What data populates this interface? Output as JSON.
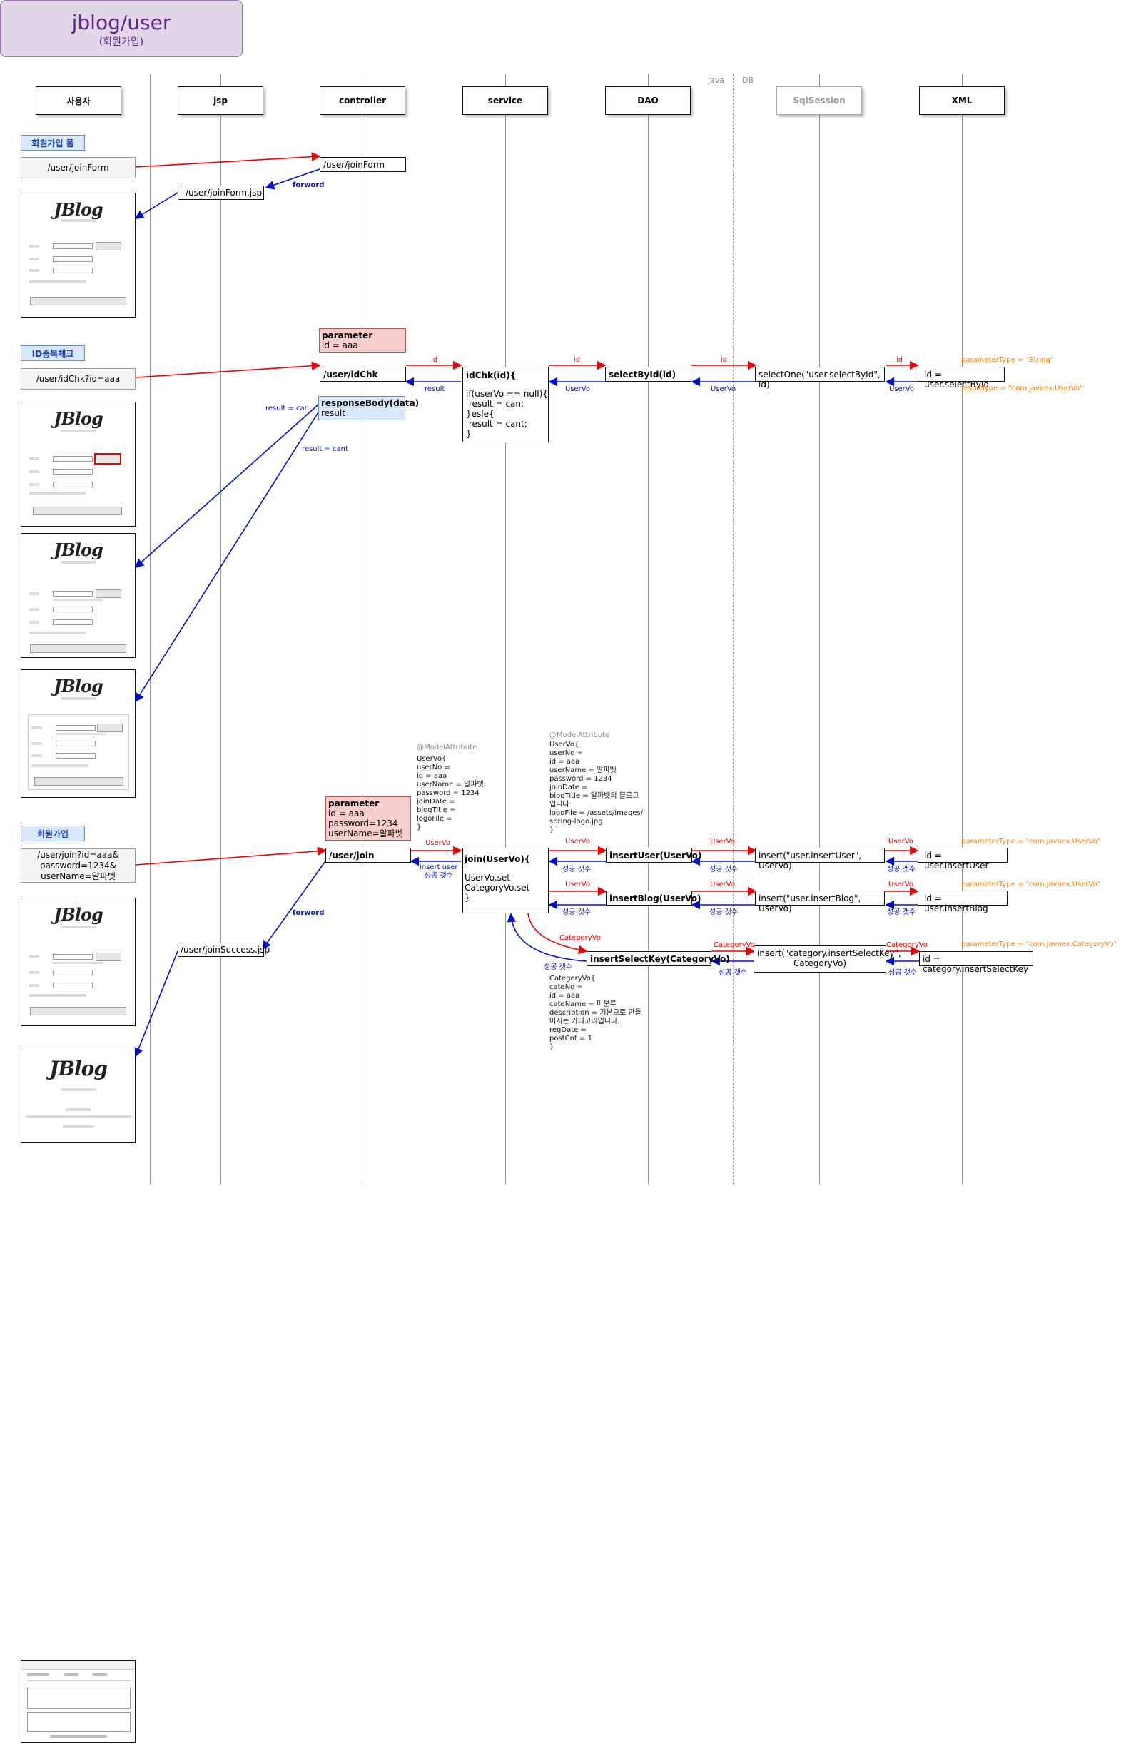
{
  "title": {
    "main": "jblog/user",
    "sub": "(회원가입)"
  },
  "divider": {
    "java": "java",
    "db": "DB"
  },
  "columns": [
    "사용자",
    "jsp",
    "controller",
    "service",
    "DAO",
    "SqlSession",
    "XML"
  ],
  "sections": {
    "joinform": "회원가입 폼",
    "idcheck": "ID중복체크",
    "join": "회원가입"
  },
  "joinform": {
    "request": "/user/joinForm",
    "controller": "/user/joinForm",
    "jsp": "/user/joinForm.jsp",
    "forward": "forword"
  },
  "idcheck": {
    "request": "/user/idChk?id=aaa",
    "param_title": "parameter",
    "param_body": "id = aaa",
    "controller": "/user/idChk",
    "service_title": "idChk(id){",
    "service_body": "if(userVo == null){\n result = can;\n}esle{\n result = cant;\n}",
    "dao": "selectById(id)",
    "sqlsession": "selectOne(\"user.selectById\", id)",
    "xml": "id = user.selectById",
    "param_type": "parameterType =  \"String\"",
    "result_type": "resultType =  \"com.javaex.UserVo\"",
    "resp_title": "responseBody(data)",
    "resp_body": "result",
    "lbl_id": "id",
    "lbl_result": "result",
    "lbl_uservo": "UserVo",
    "lbl_can": "result = can",
    "lbl_cant": "result = cant"
  },
  "join": {
    "request": "/user/join?id=aaa&\npassword=1234&\nuserName=알파벳",
    "param_title": "parameter",
    "param_body": "id = aaa\npassword=1234\nuserName=알파벳",
    "controller": "/user/join",
    "model_attr": "@ModelAttribute",
    "uservo_note": "UserVo{\nuserNo =\nid = aaa\nuserName = 알파벳\npassword = 1234\njoinDate =\nblogTitle =\nlogoFile =\n}",
    "uservo_note2": "UserVo{\nuserNo =\nid = aaa\nuserName = 알파벳\npassword = 1234\njoinDate =\nblogTitle = 알파벳의 블로그\n입니다.\nlogoFile = /assets/images/\nspring-logo.jpg\n}",
    "service_title": "join(UserVo){",
    "service_body": "UserVo.set\nCategoryVo.set\n}",
    "dao1": "insertUser(UserVo)",
    "dao2": "insertBlog(UserVo)",
    "dao3": "insertSelectKey(CategoryVo)",
    "ss1": "insert(\"user.insertUser\", UserVo)",
    "ss2": "insert(\"user.insertBlog\", UserVo)",
    "ss3": "insert(\"category.insertSelectKey\",\nCategoryVo)",
    "xml1": "id = user.insertUser",
    "xml2": "id = user.insertBlog",
    "xml3": "id = category.insertSelectKey",
    "pt_user": "parameterType =  \"com.javaex.UserVo\"",
    "pt_cat": "parameterType =  \"com.javaex.CategoryVo\"",
    "lbl_uservo": "UserVo",
    "lbl_catvo": "CategoryVo",
    "lbl_count": "성공 갯수",
    "lbl_insert": "insert user\n성공 갯수",
    "catvo_note": "CategoryVo{\ncateNo =\nid = aaa\ncateName = 미분류\ndescription = 기본으로 만들\n어지는 카테고리입니다.\nregDate =\npostCnt = 1\n}",
    "jsp": "/user/joinSuccess.jsp",
    "forward": "forword"
  },
  "mockups": {
    "logo": "JBlog"
  }
}
